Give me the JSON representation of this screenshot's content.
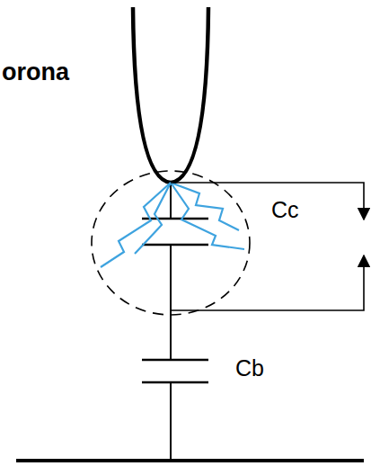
{
  "diagram": {
    "labels": [
      "orona",
      "Cc",
      "Cb"
    ]
  }
}
